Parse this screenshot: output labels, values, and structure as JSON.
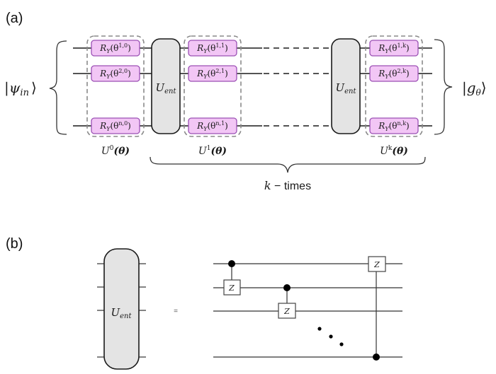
{
  "panel_a": {
    "label": "(a)",
    "input_state": {
      "main": "|ψ",
      "sub": "in",
      "close": "⟩"
    },
    "output_state": {
      "main": "|g",
      "sub": "θ",
      "close": "⟩"
    },
    "groups": [
      {
        "label_base": "U",
        "label_sup": "0",
        "label_arg": "(θ)",
        "gates": [
          {
            "base": "R",
            "sub": "Y",
            "sup": "1,0"
          },
          {
            "base": "R",
            "sub": "Y",
            "sup": "2,0"
          },
          {
            "base": "R",
            "sub": "Y",
            "sup": "n,0"
          }
        ]
      },
      {
        "label_base": "U",
        "label_sup": "1",
        "label_arg": "(θ)",
        "gates": [
          {
            "base": "R",
            "sub": "Y",
            "sup": "1,1"
          },
          {
            "base": "R",
            "sub": "Y",
            "sup": "2,1"
          },
          {
            "base": "R",
            "sub": "Y",
            "sup": "n,1"
          }
        ]
      },
      {
        "label_base": "U",
        "label_sup": "k",
        "label_arg": "(θ)",
        "gates": [
          {
            "base": "R",
            "sub": "Y",
            "sup": "1,k"
          },
          {
            "base": "R",
            "sub": "Y",
            "sup": "2,k"
          },
          {
            "base": "R",
            "sub": "Y",
            "sup": "n,k"
          }
        ]
      }
    ],
    "entangler": {
      "base": "U",
      "sub": "ent"
    },
    "repeat_label": {
      "var": "k",
      "dash": " − ",
      "word": "times"
    }
  },
  "panel_b": {
    "label": "(b)",
    "entangler": {
      "base": "U",
      "sub": "ent"
    },
    "equals": "=",
    "gate_label": "Z"
  },
  "colors": {
    "rotation_gate_fill": "#f2c6f5",
    "rotation_gate_border": "#9b51b5",
    "entangler_fill": "#e4e4e4",
    "group_outline": "#8a8a8a"
  }
}
